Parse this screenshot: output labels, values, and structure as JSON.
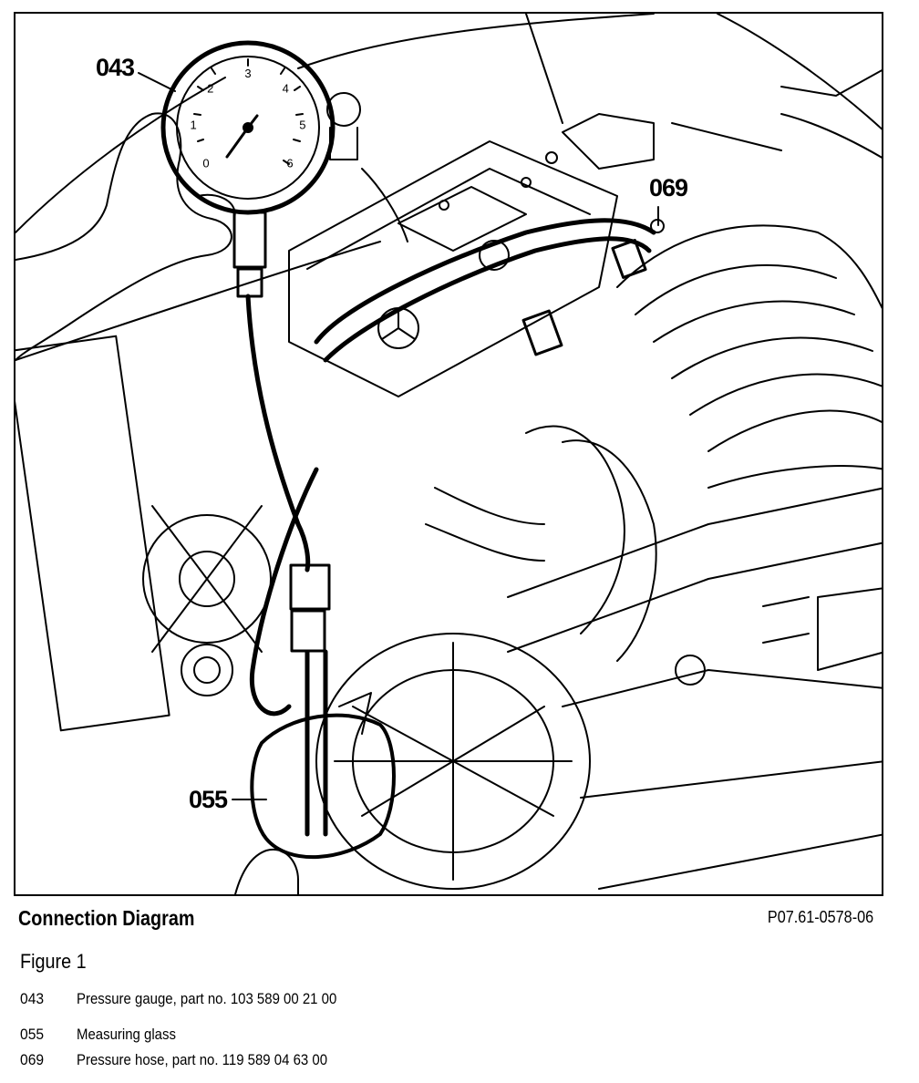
{
  "figure": {
    "callouts": [
      {
        "id": "043",
        "label": "043"
      },
      {
        "id": "069",
        "label": "069"
      },
      {
        "id": "055",
        "label": "055"
      }
    ],
    "gauge_scale": [
      "0",
      "1",
      "2",
      "3",
      "4",
      "5",
      "6"
    ]
  },
  "caption": {
    "title": "Connection Diagram",
    "code": "P07.61-0578-06",
    "figure_label": "Figure 1"
  },
  "legend": [
    {
      "code": "043",
      "description": "Pressure gauge, part no. 103 589 00 21 00"
    },
    {
      "code": "055",
      "description": "Measuring glass"
    },
    {
      "code": "069",
      "description": "Pressure hose, part no. 119 589 04 63 00"
    }
  ]
}
